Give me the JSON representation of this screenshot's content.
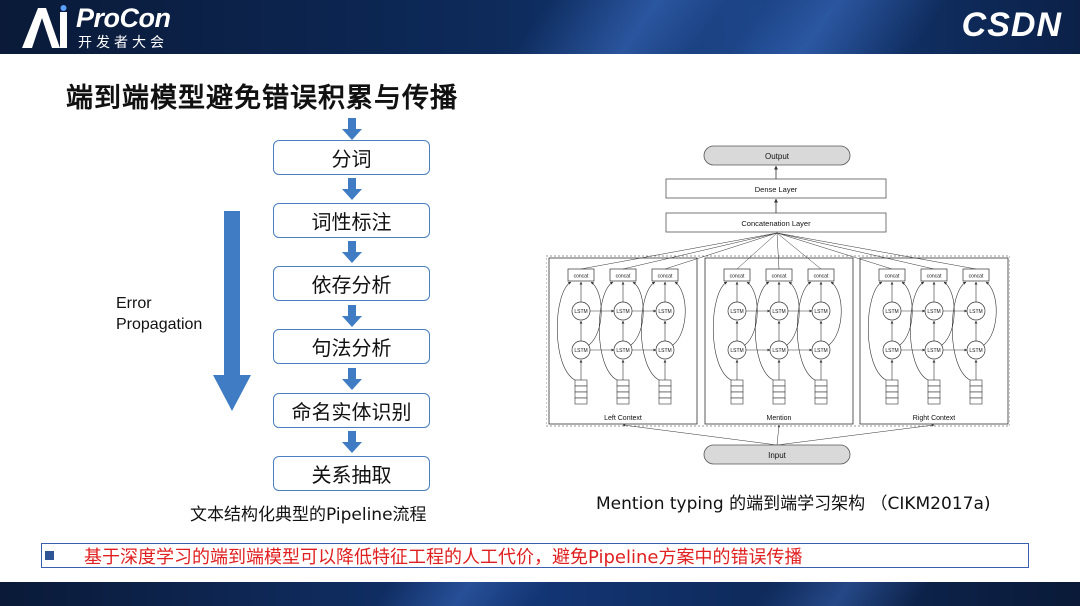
{
  "header": {
    "logo_ai": "AI",
    "logo_brand": "ProCon",
    "logo_sub": "开发者大会",
    "right_logo": "CSDN"
  },
  "title": "端到端模型避免错误积累与传播",
  "pipeline": {
    "stages": [
      "分词",
      "词性标注",
      "依存分析",
      "句法分析",
      "命名实体识别",
      "关系抽取"
    ],
    "error_label_line1": "Error",
    "error_label_line2": "Propagation",
    "caption": "文本结构化典型的Pipeline流程"
  },
  "diagram": {
    "output": "Output",
    "dense": "Dense Layer",
    "concat_layer": "Concatenation Layer",
    "input": "Input",
    "concat": "concat",
    "lstm": "LSTM",
    "groups": [
      "Left Context",
      "Mention",
      "Right Context"
    ],
    "caption": "Mention typing 的端到端学习架构  （CIKM2017a)"
  },
  "bottom": {
    "text": "基于深度学习的端到端模型可以降低特征工程的人工代价，避免Pipeline方案中的错误传播"
  },
  "colors": {
    "accent_blue": "#4a7fc0",
    "arrow_blue": "#3f7cc4",
    "highlight_red": "#e02020",
    "header_dark": "#0d2a5a"
  }
}
